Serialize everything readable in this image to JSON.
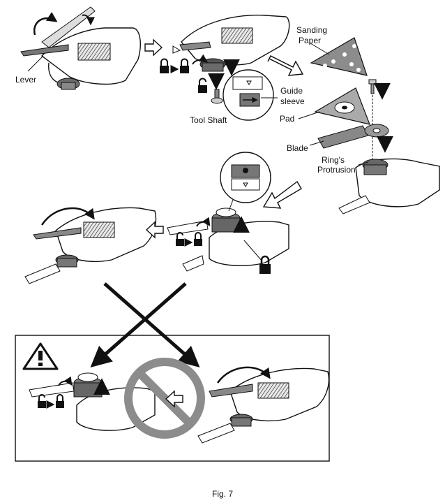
{
  "labels": {
    "lever": "Lever",
    "sanding_paper_1": "Sanding",
    "sanding_paper_2": "Paper",
    "guide_sleeve_1": "Guide",
    "guide_sleeve_2": "sleeve",
    "pad": "Pad",
    "tool_shaft": "Tool Shaft",
    "blade": "Blade",
    "rings_protrusion_1": "Ring's",
    "rings_protrusion_2": "Protrusion"
  },
  "caption": "Fig. 7",
  "icons": [
    "lock-icon",
    "unlock-icon",
    "warning-icon",
    "prohibited-icon",
    "cross-icon"
  ],
  "colors": {
    "ink": "#111111",
    "tool_gray": "#6b6b6b",
    "light_gray": "#cfcfcf",
    "prohibit_gray": "#8c8c8c"
  }
}
